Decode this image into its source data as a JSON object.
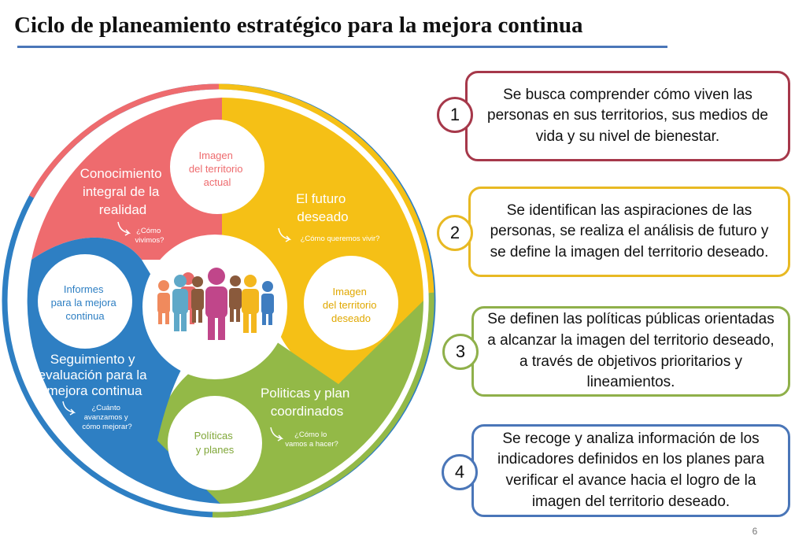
{
  "title": "Ciclo de planeamiento estratégico para la mejora continua",
  "page_number": "6",
  "colors": {
    "red": "#ee6b6e",
    "yellow": "#f5c016",
    "green": "#93b947",
    "blue": "#2e7fc3",
    "title_rule": "#4a76b8"
  },
  "diagram": {
    "red": {
      "circle_label": [
        "Imagen",
        "del territorio",
        "actual"
      ],
      "label": [
        "Conocimiento",
        "integral de la",
        "realidad"
      ],
      "question": [
        "¿Cómo",
        "vivimos?"
      ]
    },
    "yellow": {
      "label": [
        "El futuro",
        "deseado"
      ],
      "question": [
        "¿Cómo queremos vivir?"
      ],
      "circle_label": [
        "Imagen",
        "del territorio",
        "deseado"
      ]
    },
    "green": {
      "label": [
        "Politicas y plan",
        "coordinados"
      ],
      "question": [
        "¿Cómo lo",
        "vamos a hacer?"
      ],
      "circle_label": [
        "Políticas",
        "y planes"
      ]
    },
    "blue": {
      "circle_label": [
        "Informes",
        "para la mejora",
        "continua"
      ],
      "label": [
        "Seguimiento y",
        "evaluación para la",
        "mejora continua"
      ],
      "question": [
        "¿Cuánto",
        "avanzamos y",
        "cómo mejorar?"
      ]
    }
  },
  "steps": [
    {
      "number": "1",
      "color": "#a6384a",
      "text": "Se busca comprender cómo viven las personas en sus territorios, sus medios de vida y su nivel de bienestar."
    },
    {
      "number": "2",
      "color": "#e8b923",
      "text": "Se identifican las aspiraciones de las personas, se realiza el análisis de futuro y se define la imagen del territorio deseado."
    },
    {
      "number": "3",
      "color": "#8fb04a",
      "text": "Se definen las políticas públicas orientadas a alcanzar la imagen del territorio deseado, a través de objetivos prioritarios y lineamientos."
    },
    {
      "number": "4",
      "color": "#4a76b8",
      "text": "Se recoge y analiza información de los indicadores definidos en los planes para verificar el avance hacia el logro de la imagen del territorio deseado."
    }
  ]
}
